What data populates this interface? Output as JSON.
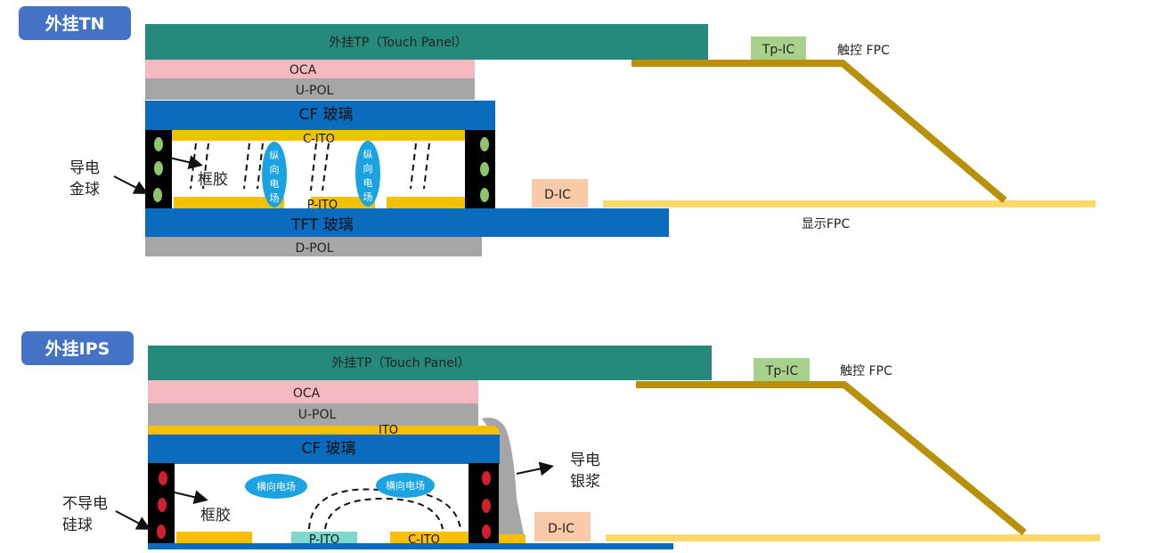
{
  "tn": {
    "badge": "外挂TN",
    "tp": "外挂TP（Touch Panel）",
    "oca": "OCA",
    "upol": "U-POL",
    "cf": "CF 玻璃",
    "cito": "C-ITO",
    "pito": "P-ITO",
    "field1": [
      "纵",
      "向",
      "电",
      "场"
    ],
    "field2": [
      "纵",
      "向",
      "电",
      "场"
    ],
    "tft": "TFT 玻璃",
    "dpol": "D-POL",
    "dic": "D-IC",
    "tpic": "Tp-IC",
    "touch_fpc": "触控 FPC",
    "display_fpc": "显示FPC",
    "ball_label": [
      "导电",
      "金球"
    ],
    "sealant": "框胶"
  },
  "ips": {
    "badge": "外挂IPS",
    "tp": "外挂TP（Touch Panel）",
    "oca": "OCA",
    "upol": "U-POL",
    "ito": "ITO",
    "cf": "CF 玻璃",
    "pito": "P-ITO",
    "cito": "C-ITO",
    "field1": "横向电场",
    "field2": "横向电场",
    "dic": "D-IC",
    "tpic": "Tp-IC",
    "touch_fpc": "触控 FPC",
    "paste_label": [
      "导电",
      "银浆"
    ],
    "ball_label": [
      "不导电",
      "硅球"
    ],
    "sealant": "框胶"
  },
  "colors": {
    "badge": "#4472c4",
    "tp": "#258a7b",
    "oca": "#f4b9c1",
    "pol": "#a6a6a6",
    "glass": "#0b6bbd",
    "ito": "#f5c000",
    "pito_ips": "#7fd8d0",
    "dic": "#f8caa8",
    "tpic": "#a9d18e",
    "touch_fpc": "#b8900a",
    "display_fpc": "#fcd96a",
    "gold_ball": "#8fc56a",
    "silica_ball": "#d0202e",
    "field": "#1aa3e0"
  }
}
